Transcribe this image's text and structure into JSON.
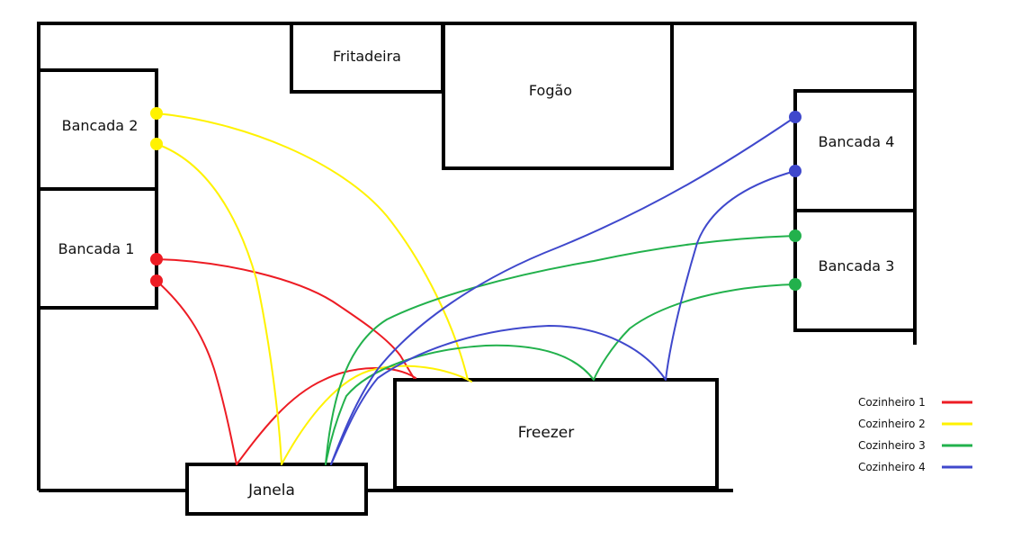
{
  "stations": {
    "fritadeira": "Fritadeira",
    "fogao": "Fogão",
    "bancada_1": "Bancada 1",
    "bancada_2": "Bancada 2",
    "bancada_3": "Bancada 3",
    "bancada_4": "Bancada 4",
    "freezer": "Freezer",
    "janela": "Janela"
  },
  "legend": [
    {
      "label": "Cozinheiro 1",
      "color": "#ed1c24"
    },
    {
      "label": "Cozinheiro 2",
      "color": "#fff200"
    },
    {
      "label": "Cozinheiro 3",
      "color": "#22b14c"
    },
    {
      "label": "Cozinheiro 4",
      "color": "#3f48cc"
    }
  ]
}
